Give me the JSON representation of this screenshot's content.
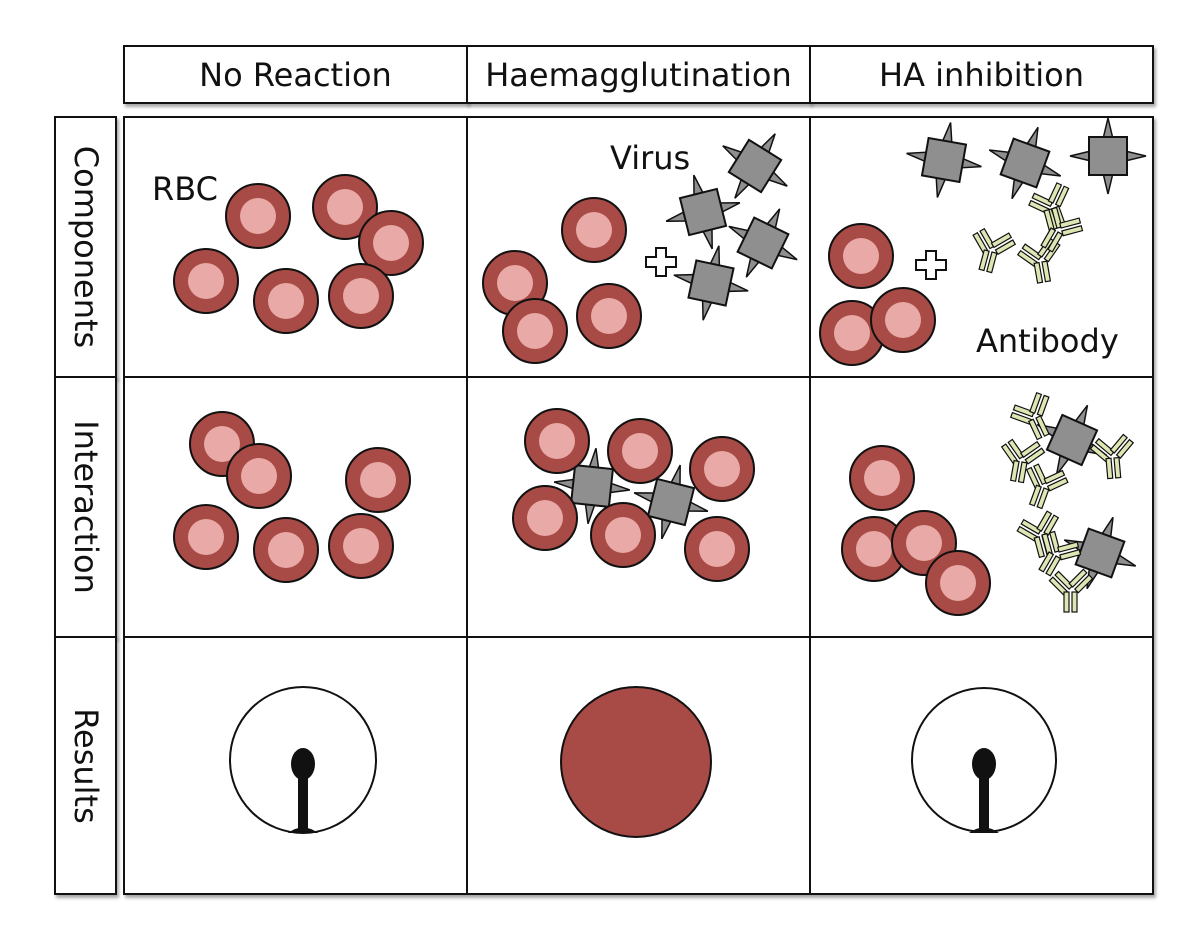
{
  "columns": [
    "No Reaction",
    "Haemagglutination",
    "HA inhibition"
  ],
  "rows": [
    "Components",
    "Interaction",
    "Results"
  ],
  "labels": {
    "rbc": "RBC",
    "virus": "Virus",
    "antibody": "Antibody"
  },
  "colors": {
    "rbc_outer": "#a84a45",
    "rbc_inner": "#e9a9a6",
    "virus": "#8f8f8f",
    "antibody": "#dfe6b4",
    "agglutination_mat": "#a84a45",
    "button": "#111111"
  }
}
